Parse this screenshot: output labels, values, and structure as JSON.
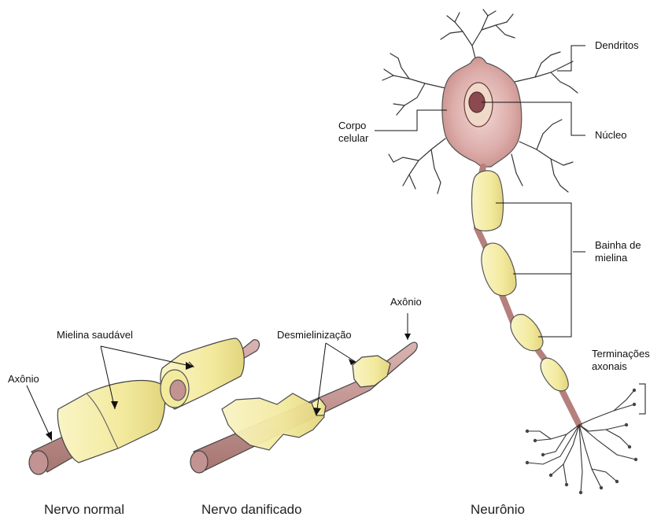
{
  "labels": {
    "dendritos": "Dendritos",
    "nucleo": "Núcleo",
    "corpo_celular_line1": "Corpo",
    "corpo_celular_line2": "celular",
    "bainha_line1": "Bainha de",
    "bainha_line2": "mielina",
    "terminacoes_line1": "Terminações",
    "terminacoes_line2": "axonais",
    "axonio_left": "Axônio",
    "mielina_saudavel": "Mielina saudável",
    "desmielinizacao": "Desmielinização",
    "axonio_right": "Axônio"
  },
  "captions": {
    "normal": "Nervo normal",
    "danificado": "Nervo danificado",
    "neuronio": "Neurônio"
  },
  "colors": {
    "myelin": "#f6efb2",
    "myelin_dark": "#e4d98a",
    "axon": "#c39591",
    "cell_body": "#d9a2a1",
    "nucleus": "#8a4a4f",
    "stroke": "#333333"
  }
}
